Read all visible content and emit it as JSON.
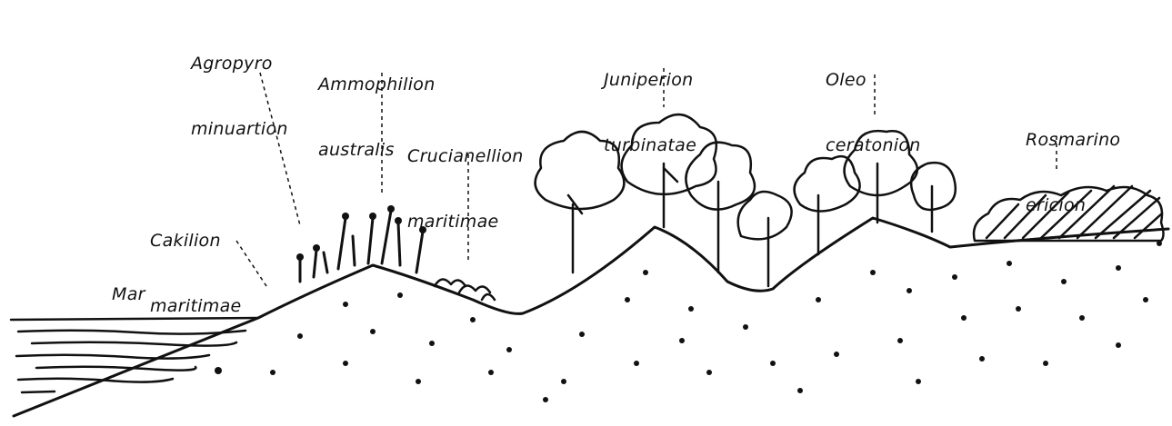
{
  "labels": {
    "mar": "Mar",
    "cakilion": [
      "Cakilion",
      "maritimae"
    ],
    "agropyro": [
      "Agropyro",
      "minuartion"
    ],
    "ammophilion": [
      "Ammophilion",
      "australis"
    ],
    "crucianellion": [
      "Crucianellion",
      "maritimae"
    ],
    "juniperion": [
      "Juniperion",
      "turbinatae"
    ],
    "oleo": [
      "Oleo",
      "ceratonion"
    ],
    "rosmarino": [
      "Rosmarino",
      "ericion"
    ]
  }
}
